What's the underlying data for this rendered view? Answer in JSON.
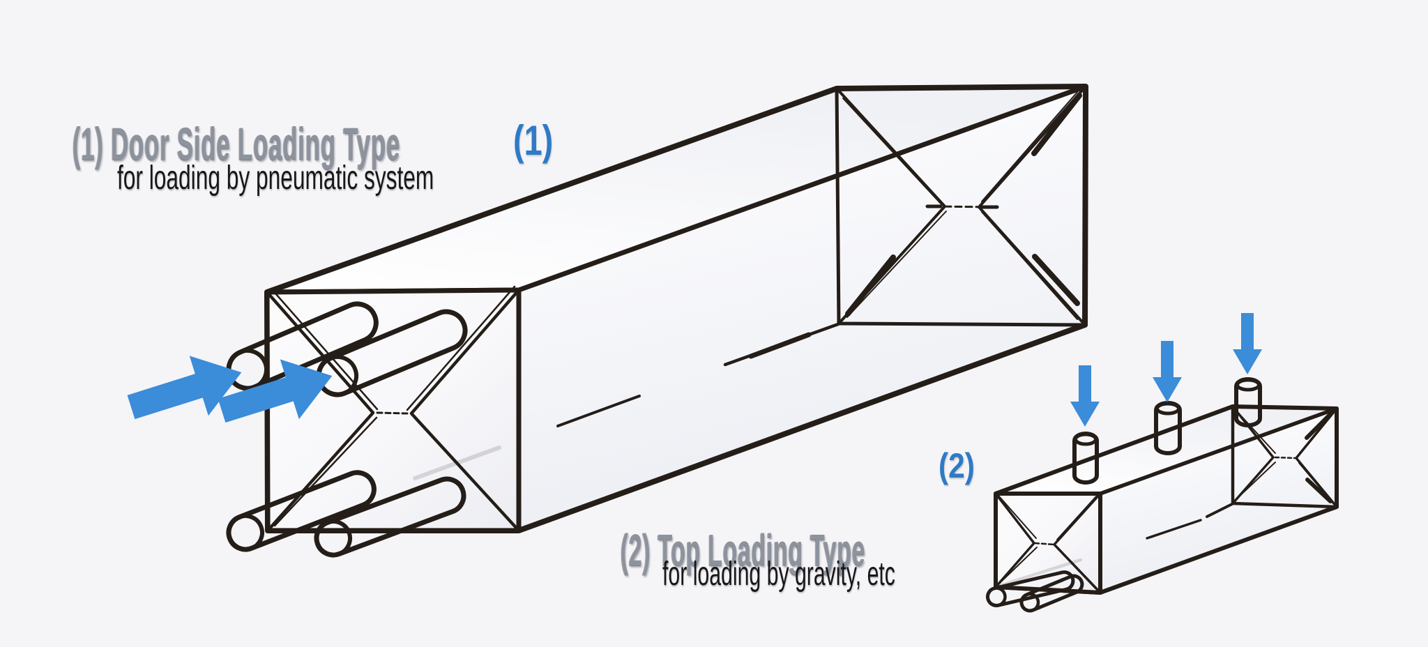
{
  "colors": {
    "background": "#f5f4f6",
    "line_dark": "#241d18",
    "heading_gray": "#8d939d",
    "text_black": "#17161a",
    "marker_blue": "#2f7ac6",
    "arrow_blue": "#3b8cd9"
  },
  "figure1": {
    "marker": "(1)",
    "title": "(1) Door Side Loading Type",
    "subtitle": "for loading by pneumatic system"
  },
  "figure2": {
    "marker": "(2)",
    "title": "(2) Top Loading Type",
    "subtitle": "for loading by gravity, etc"
  }
}
